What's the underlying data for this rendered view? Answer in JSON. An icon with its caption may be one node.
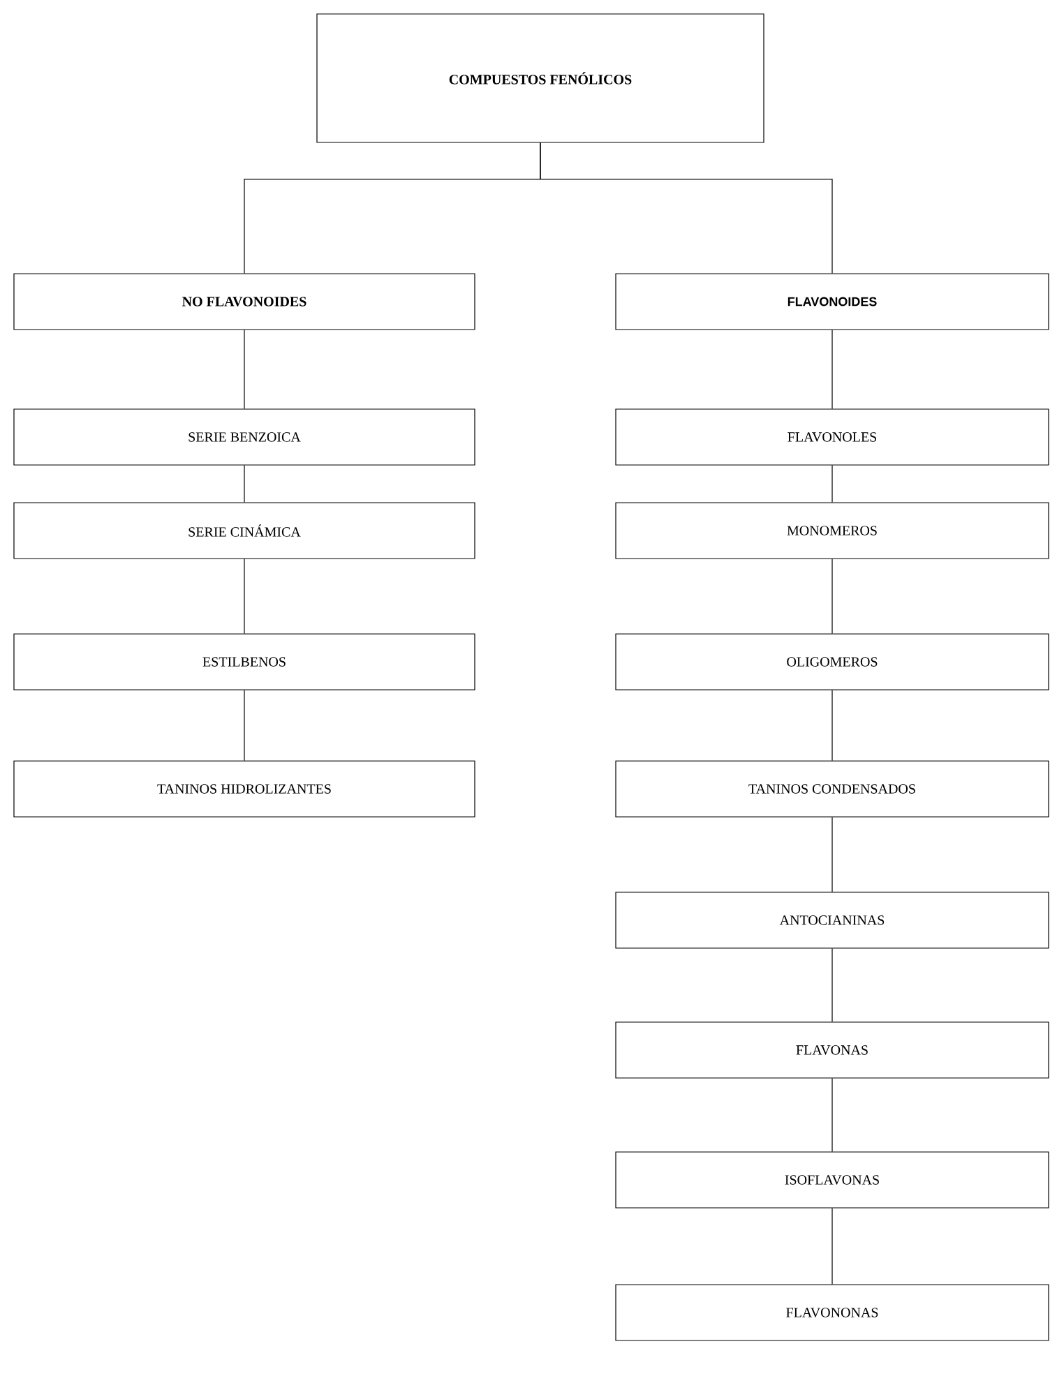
{
  "diagram": {
    "nodes": [
      {
        "text": [
          "COMPUESTOS FENÓLICOS"
        ]
      },
      {
        "text": [
          "NO FLAVONOIDES"
        ]
      },
      {
        "text": [
          "SERIE BENZOICA"
        ]
      },
      {
        "text": [
          "SERIE CINÁMICA"
        ]
      },
      {
        "text": [
          "ESTILBENOS"
        ]
      },
      {
        "text": [
          "TANINOS HIDROLIZANTES"
        ]
      },
      {
        "text": [
          "FLAVONOIDES"
        ]
      },
      {
        "text": [
          "FLAVONOLES"
        ]
      },
      {
        "text": [
          "MONOMEROS"
        ]
      },
      {
        "text": [
          "OLIGOMEROS"
        ]
      },
      {
        "text": [
          "TANINOS CONDENSADOS"
        ]
      },
      {
        "text": [
          "ANTOCIANINAS"
        ]
      },
      {
        "text": [
          "FLAVONAS"
        ]
      },
      {
        "text": [
          "ISOFLAVONAS"
        ]
      },
      {
        "text": [
          "FLAVONONAS"
        ]
      }
    ],
    "edges": [
      {
        "from": 0,
        "to": 1,
        "arrow": "none"
      },
      {
        "from": 0,
        "to": 6,
        "arrow": "none"
      },
      {
        "from": 1,
        "to": 2,
        "arrow": "none"
      },
      {
        "from": 2,
        "to": 3,
        "arrow": "none"
      },
      {
        "from": 3,
        "to": 4,
        "arrow": "none"
      },
      {
        "from": 4,
        "to": 5,
        "arrow": "none"
      },
      {
        "from": 6,
        "to": 7,
        "arrow": "none"
      },
      {
        "from": 7,
        "to": 8,
        "arrow": "none"
      },
      {
        "from": 8,
        "to": 9,
        "arrow": "none"
      },
      {
        "from": 9,
        "to": 10,
        "arrow": "none"
      },
      {
        "from": 10,
        "to": 11,
        "arrow": "none"
      },
      {
        "from": 11,
        "to": 12,
        "arrow": "none"
      },
      {
        "from": 12,
        "to": 13,
        "arrow": "none"
      },
      {
        "from": 13,
        "to": 14,
        "arrow": "none"
      }
    ]
  }
}
